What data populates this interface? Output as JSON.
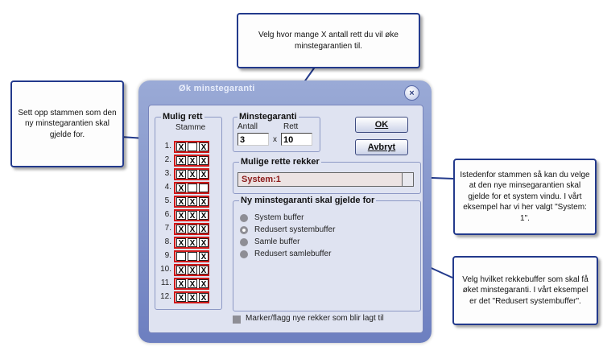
{
  "callouts": {
    "top": "Velg hvor mange X antall rett du vil øke minstegarantien til.",
    "left": "Sett opp stammen som den ny minstegarantien skal gjelde for.",
    "right": "Istedenfor stammen så kan du velge at den nye minsegarantien skal gjelde for et system vindu. I vårt eksempel har vi her valgt \"System: 1\".",
    "bottom": "Velg hvilket rekkebuffer som skal få øket minstegaranti. I vårt eksempel er det \"Redusert systembuffer\"."
  },
  "dialog": {
    "title": "Øk minstegaranti",
    "close_glyph": "×",
    "mulig_rett": {
      "legend": "Mulig rett",
      "stamme_label": "Stamme",
      "rows": [
        {
          "num": "1.",
          "cells": [
            "X",
            "",
            "X"
          ]
        },
        {
          "num": "2.",
          "cells": [
            "X",
            "X",
            "X"
          ]
        },
        {
          "num": "3.",
          "cells": [
            "X",
            "X",
            "X"
          ]
        },
        {
          "num": "4.",
          "cells": [
            "X",
            "",
            ""
          ]
        },
        {
          "num": "5.",
          "cells": [
            "X",
            "X",
            "X"
          ]
        },
        {
          "num": "6.",
          "cells": [
            "X",
            "X",
            "X"
          ]
        },
        {
          "num": "7.",
          "cells": [
            "X",
            "X",
            "X"
          ]
        },
        {
          "num": "8.",
          "cells": [
            "X",
            "X",
            "X"
          ]
        },
        {
          "num": "9.",
          "cells": [
            "",
            "",
            "X"
          ]
        },
        {
          "num": "10.",
          "cells": [
            "X",
            "X",
            "X"
          ]
        },
        {
          "num": "11.",
          "cells": [
            "X",
            "X",
            "X"
          ]
        },
        {
          "num": "12.",
          "cells": [
            "X",
            "X",
            "X"
          ]
        }
      ]
    },
    "minstegaranti": {
      "legend": "Minstegaranti",
      "antall_label": "Antall",
      "rett_label": "Rett",
      "antall_value": "3",
      "times": "x",
      "rett_value": "10"
    },
    "ok_label": "OK",
    "avbryt_label": "Avbryt",
    "mulige_rekker": {
      "legend": "Mulige rette rekker",
      "selected": "System:1"
    },
    "ny_minstegaranti": {
      "legend": "Ny minstegaranti skal gjelde for",
      "options": [
        {
          "label": "System buffer",
          "selected": false
        },
        {
          "label": "Redusert systembuffer",
          "selected": true
        },
        {
          "label": "Samle buffer",
          "selected": false
        },
        {
          "label": "Redusert samlebuffer",
          "selected": false
        }
      ]
    },
    "flag_label": "Marker/flagg nye rekker som blir lagt til"
  }
}
